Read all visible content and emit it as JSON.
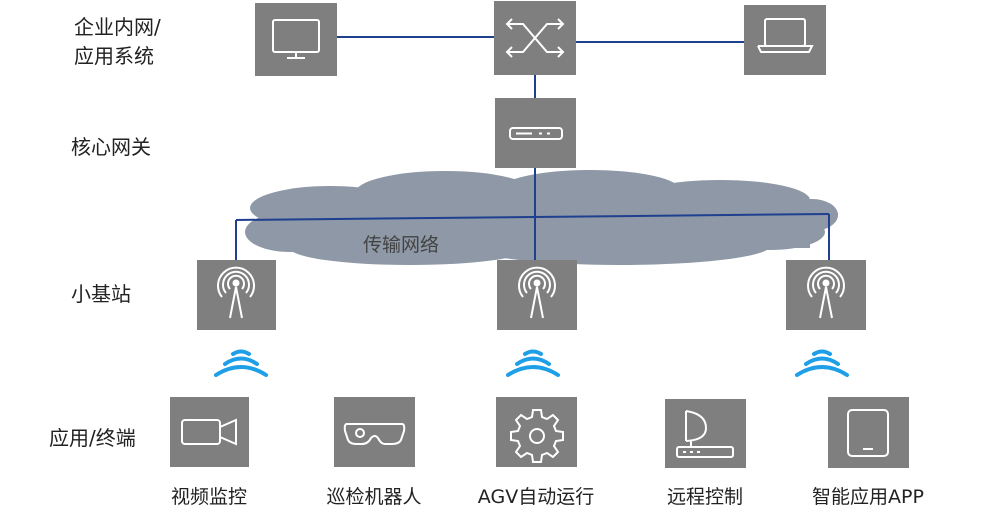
{
  "layers": {
    "enterprise_line1": "企业内网/",
    "enterprise_line2": "应用系统",
    "core_gateway": "核心网关",
    "small_cell": "小基站",
    "application_terminal": "应用/终端"
  },
  "network": {
    "transport_label": "传输网络"
  },
  "terminals": [
    {
      "label": "视频监控",
      "icon": "video-camera-icon"
    },
    {
      "label": "巡检机器人",
      "icon": "vr-headset-icon"
    },
    {
      "label": "AGV自动运行",
      "icon": "gear-icon"
    },
    {
      "label": "远程控制",
      "icon": "remote-device-icon"
    },
    {
      "label": "智能应用APP",
      "icon": "tablet-icon"
    }
  ],
  "colors": {
    "box_fill": "#7f7f7f",
    "link_line": "#1f3f8f",
    "cloud_fill": "#8e98a6",
    "wifi": "#1e9fe8"
  }
}
